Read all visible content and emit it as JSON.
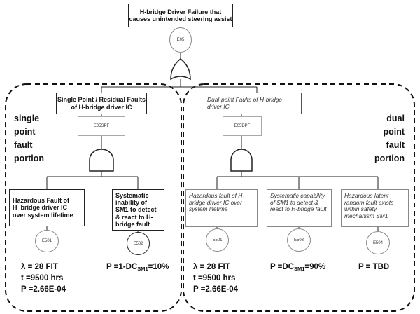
{
  "top_event": {
    "label": "H-bridge Driver Failure that causes unintended steering assist",
    "id": "E05"
  },
  "gates": {
    "top_gate": "or-gate",
    "left_gate": "and-gate",
    "right_gate": "and-gate"
  },
  "left_portion": {
    "title_lines": [
      "single",
      "point",
      "fault",
      "portion"
    ],
    "header": "Single Point / Residual Faults of H-bridge driver IC",
    "header_id": "E05SPF",
    "events": [
      {
        "label": "Hazardous Fault of H_bridge driver IC over system lifetime",
        "id": "E501"
      },
      {
        "label": "Systematic inability of SM1 to detect & react to H-bridge fault",
        "id": "E502"
      }
    ],
    "calc_lambda": "λ = 28 FIT",
    "calc_t": "t =9500 hrs",
    "calc_p": "P =2.66E-04",
    "calc_p2_prefix": "P =1-DC",
    "calc_p2_sub": "SM1",
    "calc_p2_suffix": "=10%"
  },
  "right_portion": {
    "title_lines": [
      "dual",
      "point",
      "fault",
      "portion"
    ],
    "header": "Dual-point Faults of H-bridge driver IC",
    "header_id": "E05DPF",
    "events": [
      {
        "label": "Hazardous fault of H-bridge driver IC over system lifetime",
        "id": "E501"
      },
      {
        "label": "Systematic capability of SM1 to detect & react to H-bridge fault",
        "id": "E503"
      },
      {
        "label": "Hazardous latent random fault exists within safety mechanism SM1",
        "id": "E504"
      }
    ],
    "calc_lambda": "λ = 28 FIT",
    "calc_t": "t =9500 hrs",
    "calc_p": "P =2.66E-04",
    "calc_p2_prefix": "P =DC",
    "calc_p2_sub": "SM1",
    "calc_p2_suffix": "=90%",
    "calc_p3": "P = TBD"
  }
}
